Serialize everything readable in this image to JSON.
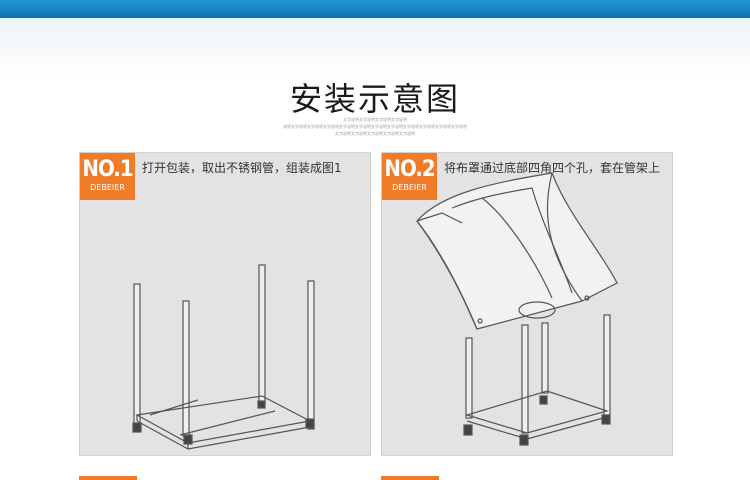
{
  "title": "安装示意图",
  "subtitle_lines": [
    "文字说明文字说明文字说明文字说明",
    "说明文字说明文字说明文字说明文字说明文字说明文字说明文字说明文字说明文字说明文字说明文字说明",
    "文字说明文字说明文字说明文字说明文字说明"
  ],
  "steps": [
    {
      "badge": "NO.1",
      "brand": "DEBEIER",
      "caption": "打开包装，取出不锈钢管，组装成图1"
    },
    {
      "badge": "NO.2",
      "brand": "DEBEIER",
      "caption": "将布罩通过底部四角四个孔，套在管架上"
    }
  ],
  "colors": {
    "accent": "#f07c2a",
    "topbar": "#1a88c9",
    "panel": "#e3e3e3"
  }
}
